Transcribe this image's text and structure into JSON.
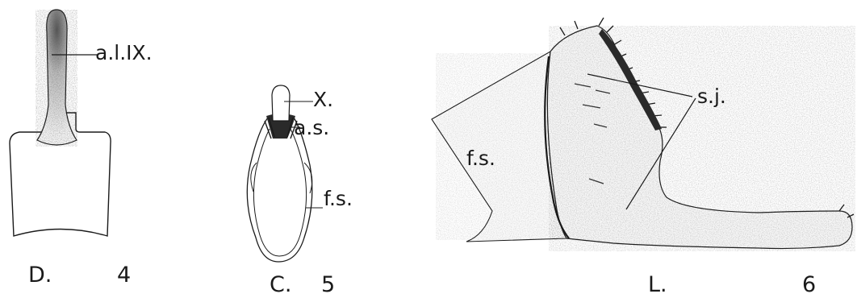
{
  "figures": [
    {
      "view": "D.",
      "number": "4",
      "labels": [
        {
          "text": "a.l.IX."
        }
      ]
    },
    {
      "view": "C.",
      "number": "5",
      "labels": [
        {
          "text": "X."
        },
        {
          "text": "a.s."
        },
        {
          "text": "f.s."
        }
      ]
    },
    {
      "view": "L.",
      "number": "6",
      "labels": [
        {
          "text": "s.j."
        },
        {
          "text": "f.s."
        }
      ]
    }
  ],
  "colors": {
    "ink": "#1a1a1a",
    "background": "#ffffff"
  }
}
